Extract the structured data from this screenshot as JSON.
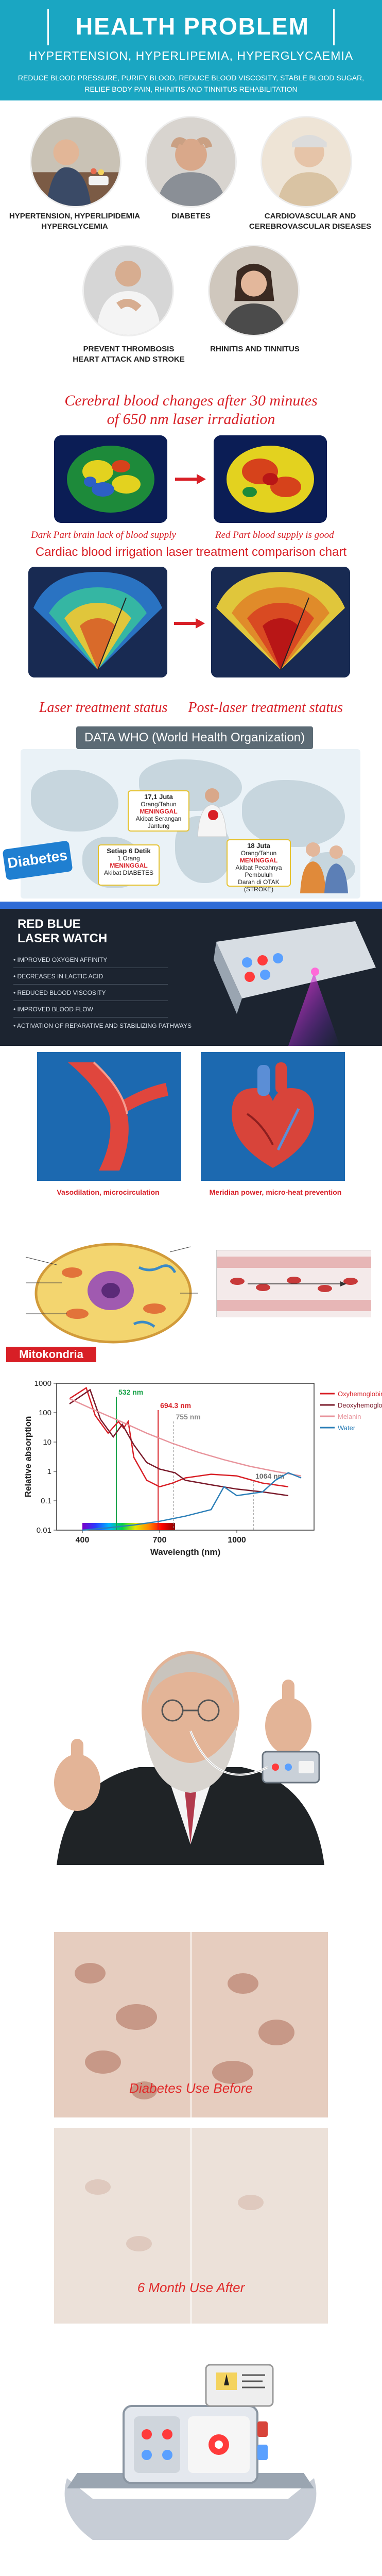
{
  "health": {
    "title": "HEALTH PROBLEM",
    "subtitle": "HYPERTENSION, HYPERLIPEMIA, HYPERGLYCAEMIA",
    "benefits_line1": "REDUCE BLOOD PRESSURE, PURIFY BLOOD, REDUCE BLOOD VISCOSITY, STABLE BLOOD SUGAR,",
    "benefits_line2": "RELIEF BODY PAIN, RHINITIS AND TINNITUS REHABILITATION",
    "conditions": [
      {
        "label": "HYPERTENSION, HYPERLIPIDEMIA",
        "label2": "HYPERGLYCEMIA"
      },
      {
        "label": "DIABETES",
        "label2": ""
      },
      {
        "label": "CARDIOVASCULAR AND",
        "label2": "CEREBROVASCULAR DISEASES"
      },
      {
        "label": "PREVENT THROMBOSIS",
        "label2": "HEART ATTACK AND STROKE"
      },
      {
        "label": "RHINITIS AND TINNITUS",
        "label2": ""
      }
    ]
  },
  "cerebral": {
    "title_line1": "Cerebral blood changes after 30 minutes",
    "title_line2": "of 650 nm laser irradiation",
    "caption_left": "Dark Part brain lack of blood supply",
    "caption_right": "Red  Part blood supply is good",
    "cardiac_title": "Cardiac blood irrigation laser treatment comparison chart",
    "status_left": "Laser treatment status",
    "status_right": "Post-laser treatment status"
  },
  "who": {
    "banner": "DATA WHO (World Health Organization)",
    "card1": {
      "line1": "17,1 Juta",
      "line2": "Orang/Tahun",
      "line3": "MENINGGAL",
      "line4": "Akibat Serangan Jantung"
    },
    "card2": {
      "line1": "Setiap 6 Detik",
      "line2": "1 Orang",
      "line3": "MENINGGAL",
      "line4": "Akibat DIABETES"
    },
    "card3": {
      "line1": "18 Juta",
      "line2": "Orang/Tahun",
      "line3": "MENINGGAL",
      "line4": "Akibat Pecahnya Pembuluh",
      "line5": "Darah di OTAK (STROKE)"
    },
    "diabetes_word": "Diabetes"
  },
  "watch": {
    "title_line1": "RED BLUE",
    "title_line2": "LASER WATCH",
    "features": [
      "IMPROVED OXYGEN AFFINITY",
      "DECREASES IN LACTIC ACID",
      "REDUCED BLOOD VISCOSITY",
      "IMPROVED BLOOD FLOW",
      "ACTIVATION OF REPARATIVE AND STABILIZING PATHWAYS"
    ]
  },
  "vessels": {
    "caption_left": "Vasodilation, microcirculation",
    "caption_right": "Meridian power, micro-heat prevention"
  },
  "mito": {
    "label": "Mitokondria"
  },
  "chart_data": {
    "type": "line",
    "xlabel": "Wavelength (nm)",
    "ylabel": "Relative absorption",
    "xlim": [
      300,
      1300
    ],
    "ylim_log": [
      0.01,
      1000
    ],
    "yticks": [
      "1000",
      "100",
      "10",
      "1",
      "0.1",
      "0.01"
    ],
    "xticks": [
      "400",
      "700",
      "1000"
    ],
    "annotations": [
      "532 nm",
      "694.3 nm",
      "755 nm",
      "1064 nm"
    ],
    "series": [
      {
        "name": "Oxyhemoglobin",
        "color": "#d81f26",
        "x": [
          350,
          415,
          450,
          500,
          540,
          560,
          578,
          600,
          650,
          700,
          750,
          800,
          900,
          1000,
          1100,
          1200
        ],
        "y": [
          300,
          700,
          80,
          20,
          50,
          30,
          50,
          3,
          0.5,
          0.3,
          0.4,
          0.6,
          0.8,
          0.7,
          0.4,
          0.3
        ]
      },
      {
        "name": "Deoxyhemoglobin",
        "color": "#7a1b2b",
        "x": [
          350,
          430,
          470,
          520,
          555,
          600,
          650,
          700,
          760,
          800,
          900,
          1000,
          1100,
          1200
        ],
        "y": [
          200,
          600,
          60,
          15,
          40,
          8,
          2,
          1.2,
          0.9,
          0.5,
          0.35,
          0.25,
          0.2,
          0.15
        ]
      },
      {
        "name": "Melanin",
        "color": "#e8949c",
        "x": [
          350,
          450,
          550,
          650,
          750,
          850,
          950,
          1050,
          1150,
          1250
        ],
        "y": [
          300,
          120,
          50,
          20,
          9,
          4.5,
          2.5,
          1.5,
          1,
          0.7
        ]
      },
      {
        "name": "Water",
        "color": "#2c7fb8",
        "x": [
          400,
          500,
          600,
          700,
          800,
          900,
          950,
          1000,
          1100,
          1150,
          1200,
          1250
        ],
        "y": [
          0.01,
          0.012,
          0.015,
          0.02,
          0.03,
          0.05,
          0.3,
          0.15,
          0.2,
          0.5,
          0.9,
          0.6
        ]
      }
    ]
  },
  "legs": {
    "before": "Diabetes Use Before",
    "after": "6 Month Use After"
  },
  "colors": {
    "teal": "#1aa6c2",
    "red": "#d81f26",
    "navy": "#1c2430",
    "blue": "#1c69b0"
  }
}
